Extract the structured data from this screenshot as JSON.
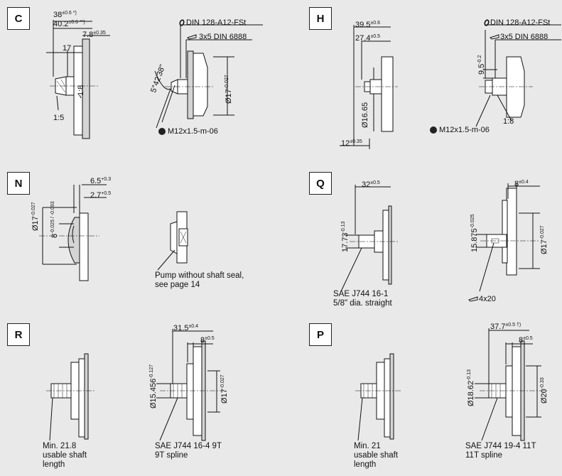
{
  "sections": [
    {
      "id": "C",
      "label": "C"
    },
    {
      "id": "H",
      "label": "H"
    },
    {
      "id": "N",
      "label": "N"
    },
    {
      "id": "Q",
      "label": "Q"
    },
    {
      "id": "R",
      "label": "R"
    },
    {
      "id": "P",
      "label": "P"
    }
  ],
  "C": {
    "dim_38": "38",
    "dim_38_tol": "±0.6 *)",
    "dim_40": "40.2",
    "dim_40_tol": "±0.6 **)",
    "dim_7_8": "7.8",
    "dim_7_8_tol": "±0.35",
    "dim_17": "17",
    "dim_1_8": "1:8",
    "ratio_1_5": "1:5",
    "din_128": "DIN 128-A12-FSt",
    "key_3x5": "3x5 DIN 6888",
    "angle": "5°42'38\"",
    "dia_17": "Ø17",
    "dia_17_tol": "-0.027",
    "thread": "M12x1.5-m-06"
  },
  "H": {
    "dim_39_5": "39.5",
    "dim_39_5_tol": "±0.6",
    "dim_27_4": "27.4",
    "dim_27_4_tol": "±0.5",
    "dia_16_65": "Ø16.65",
    "dim_12": "12",
    "dim_12_tol": "±0.35",
    "din_128": "DIN 128-A12-FSt",
    "key_3x5": "3x5 DIN 6888",
    "dim_9_5": "9.5",
    "dim_9_5_tol": "-0.2",
    "ratio_1_8": "1:8",
    "thread": "M12x1.5-m-06"
  },
  "N": {
    "dia_17": "Ø17",
    "dia_17_tol": "-0.027",
    "dim_8": "8",
    "dim_8_tol": "-0.025 / -0.093",
    "dim_6_5": "6.5",
    "dim_6_5_tol": "+0.3",
    "dim_2_7": "2.7",
    "dim_2_7_tol": "+0.5",
    "note_line1": "Pump without shaft seal,",
    "note_line2": "see page 14"
  },
  "Q": {
    "dim_32": "32",
    "dim_32_tol": "±0.5",
    "dim_17_73": "17.73",
    "dim_17_73_tol": "-0.13",
    "spec_line1": "SAE J744 16-1",
    "spec_line2": "5/8\" dia. straight",
    "dim_8": "8",
    "dim_8_tol": "±0.4",
    "dim_15_875": "15.875",
    "dim_15_875_tol": "-0.025",
    "dia_17": "Ø17",
    "dia_17_tol": "-0.027",
    "key_4x20": "4x20"
  },
  "R": {
    "note_line1": "Min. 21.8",
    "note_line2": "usable shaft",
    "note_line3": "length",
    "dim_31_5": "31.5",
    "dim_31_5_tol": "±0.4",
    "dim_8": "8",
    "dim_8_tol": "±0.5",
    "dia_15_456": "Ø15.456",
    "dia_15_456_tol": "-0.127",
    "dia_17": "Ø17",
    "dia_17_tol": "-0.027",
    "spec_line1": "SAE J744 16-4 9T",
    "spec_line2": "9T spline"
  },
  "P": {
    "note_line1": "Min. 21",
    "note_line2": "usable shaft",
    "note_line3": "length",
    "dim_37_7": "37.7",
    "dim_37_7_tol": "±0.5 †)",
    "dim_8": "8",
    "dim_8_tol": "±0.5",
    "dia_18_62": "Ø18.62",
    "dia_18_62_tol": "-0.13",
    "dia_20": "Ø20",
    "dia_20_tol": "-0.33",
    "spec_line1": "SAE J744 19-4 11T",
    "spec_line2": "11T spline"
  }
}
